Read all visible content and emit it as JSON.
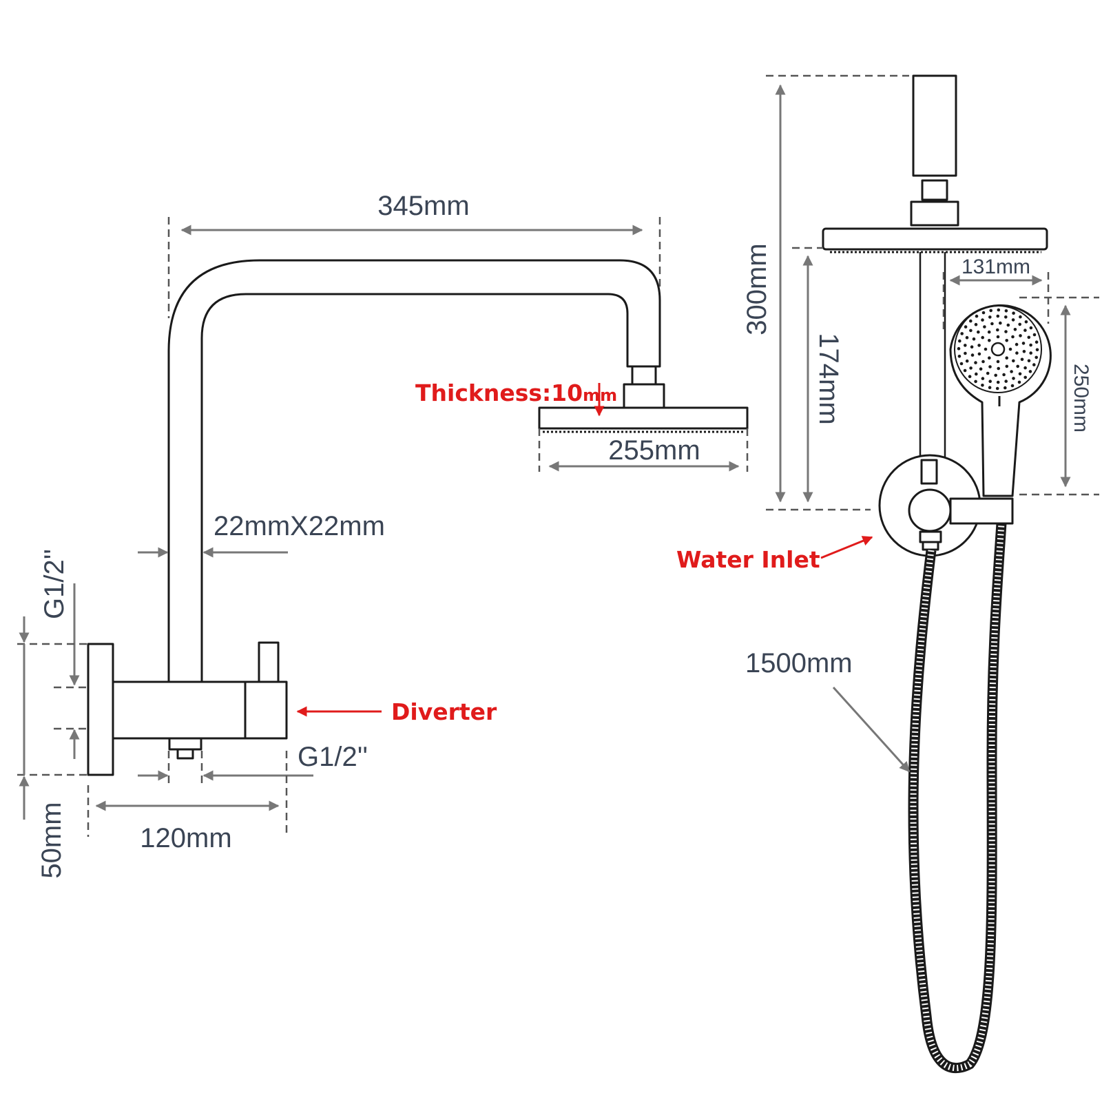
{
  "dimensions": {
    "arm_length": "345mm",
    "arm_section": "22mmX22mm",
    "head_width": "255mm",
    "thickness_prefix": "Thickness:10",
    "thickness_unit": "mm",
    "inlet_thread_top": "G1/2''",
    "inlet_thread_bottom": "G1/2''",
    "body_width": "120mm",
    "flange_offset": "50mm",
    "total_height": "300mm",
    "head_to_inlet": "174mm",
    "handset_width": "131mm",
    "handset_length": "250mm",
    "hose_length": "1500mm"
  },
  "callouts": {
    "diverter": "Diverter",
    "water_inlet": "Water Inlet"
  },
  "colors": {
    "outline": "#1a1a1a",
    "dimension": "#777777",
    "label": "#3a4454",
    "callout": "#e01b1b"
  }
}
